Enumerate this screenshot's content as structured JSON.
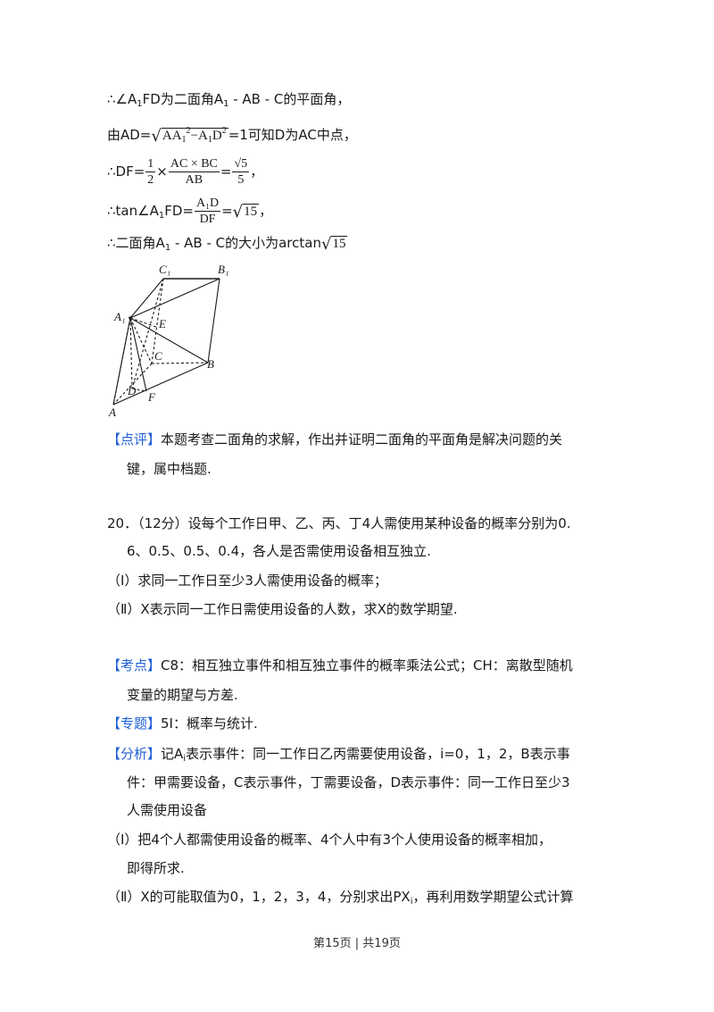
{
  "solution_prev": {
    "line1": {
      "prefix": "∴∠A",
      "sub": "1",
      "mid": "FD为二面角A",
      "sub2": "1",
      "suffix": " - AB - C的平面角，"
    },
    "line2": {
      "prefix": "由AD=",
      "radicand_a": "AA",
      "radicand_a_sub": "1",
      "sq": "2",
      "minus": "−A",
      "radicand_b_sub": "1",
      "radicand_b": "D",
      "sq2": "2",
      "suffix": "=1可知D为AC中点，"
    },
    "line3": {
      "prefix": "∴DF=",
      "frac1_num": "1",
      "frac1_den": "2",
      "times": "×",
      "frac2_num": "AC × BC",
      "frac2_den": "AB",
      "eq": "=",
      "frac3_num": "√5",
      "frac3_den": "5",
      "suffix": "，"
    },
    "line4": {
      "prefix": "∴tan∠A",
      "sub": "1",
      "mid": "FD=",
      "frac_num": "A₁D",
      "frac_den": "DF",
      "eq": "=",
      "sqrt": "15",
      "suffix": "，"
    },
    "line5": {
      "prefix": "∴二面角A",
      "sub": "1",
      "mid": " - AB - C的大小为arctan",
      "sqrt": "15"
    }
  },
  "figure": {
    "labels": {
      "C1": "C₁",
      "B1": "B₁",
      "A1": "A₁",
      "E": "E",
      "C": "C",
      "B": "B",
      "D": "D",
      "F": "F",
      "A": "A"
    }
  },
  "review": {
    "tag": "【点评】",
    "text1": "本题考查二面角的求解，作出并证明二面角的平面角是解决问题的关",
    "text2": "键，属中档题."
  },
  "question20": {
    "line1": "20．（12分）设每个工作日甲、乙、丙、丁4人需使用某种设备的概率分别为0.",
    "line2": "6、0.5、0.5、0.4，各人是否需使用设备相互独立.",
    "part1": "（Ⅰ）求同一工作日至少3人需使用设备的概率；",
    "part2": "（Ⅱ）X表示同一工作日需使用设备的人数，求X的数学期望."
  },
  "knowledge_point": {
    "tag": "【考点】",
    "text1": "C8：相互独立事件和相互独立事件的概率乘法公式；CH：离散型随机",
    "text2": "变量的期望与方差."
  },
  "topic": {
    "tag": "【专题】",
    "text": "5I：概率与统计."
  },
  "analysis": {
    "tag": "【分析】",
    "text1_a": "记A",
    "text1_sub": "i",
    "text1_b": "表示事件：同一工作日乙丙需要使用设备，i=0，1，2，B表示事",
    "text2": "件：甲需要设备，C表示事件，丁需要设备，D表示事件：同一工作日至少3",
    "text3": "人需使用设备",
    "part1_a": "（Ⅰ）把4个人都需使用设备的概率、4个人中有3个人使用设备的概率相加，",
    "part1_b": "即得所求.",
    "part2_a": "（Ⅱ）X的可能取值为0，1，2，3，4，分别求出PX",
    "part2_sub": "i",
    "part2_b": "，再利用数学期望公式计算"
  },
  "footer": {
    "text": "第15页 | 共19页"
  },
  "colors": {
    "tag_blue": "#1f5fd6",
    "text": "#1a1a1a"
  }
}
